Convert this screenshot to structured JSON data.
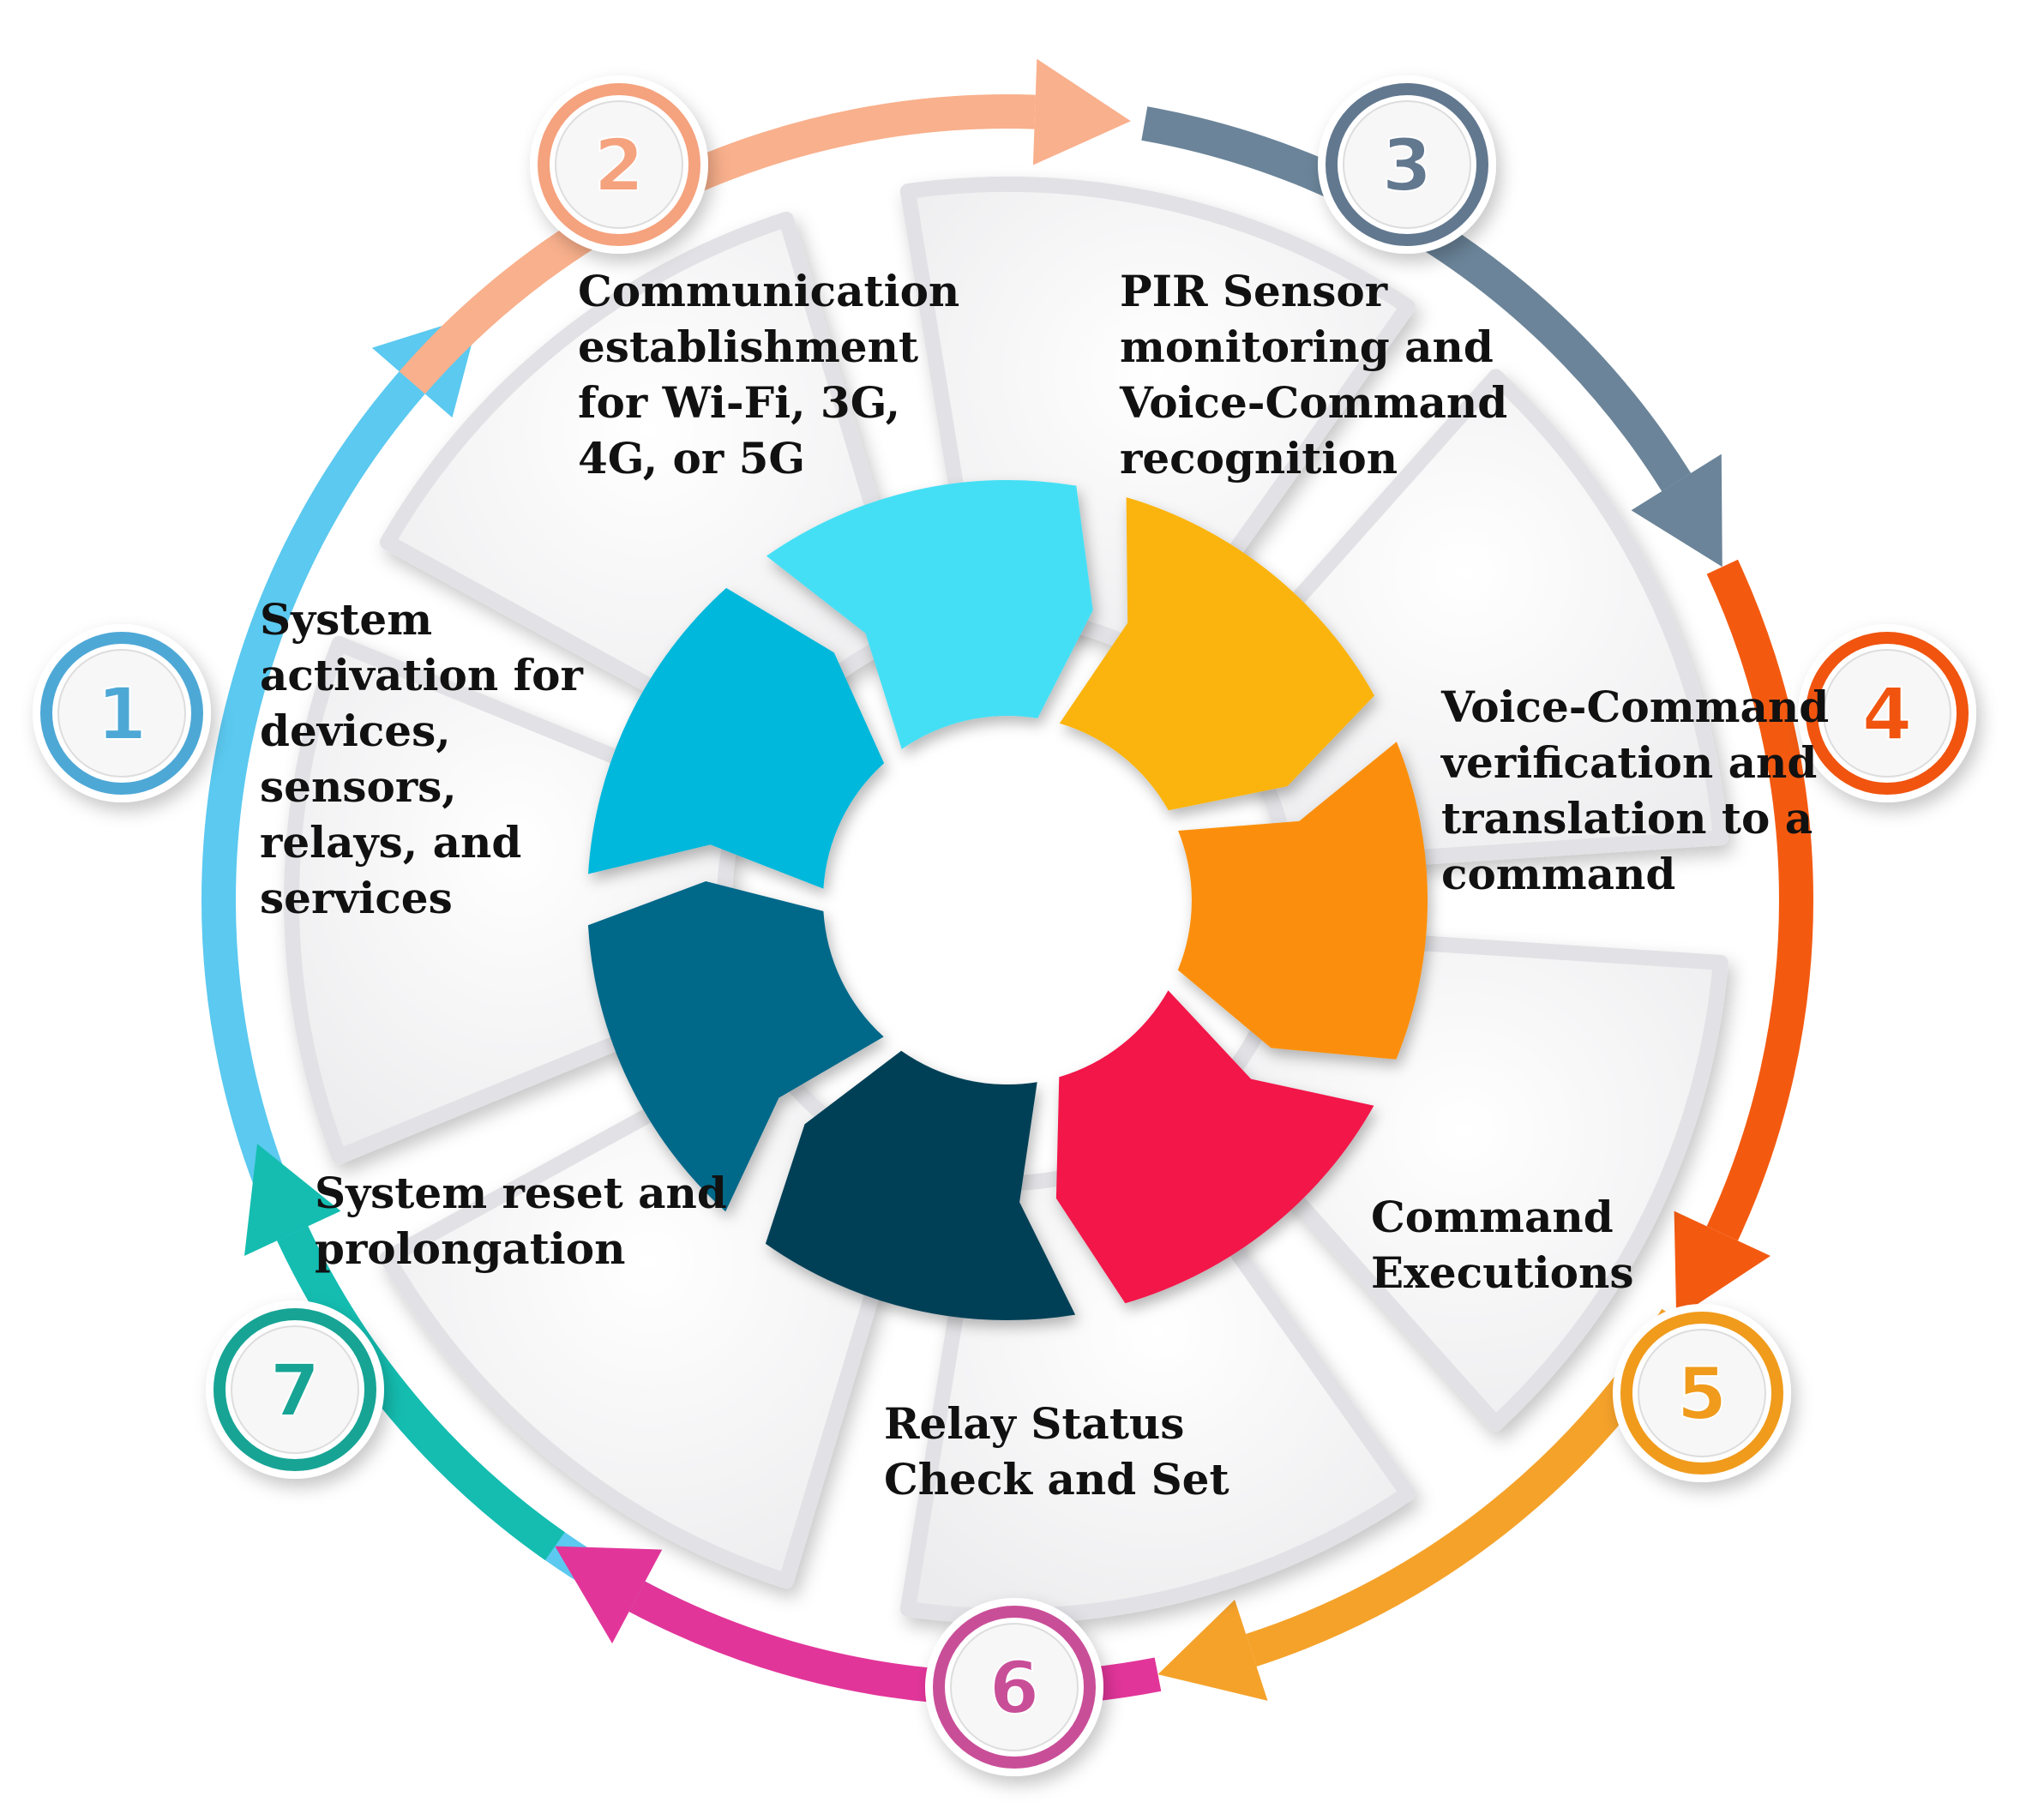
{
  "steps": [
    {
      "number": "1",
      "text": "System\nactivation for\ndevices,\nsensors,\nrelays, and\nservices",
      "color": "#4ea8d6"
    },
    {
      "number": "2",
      "text": "Communication\nestablishment\nfor Wi-Fi, 3G,\n4G, or 5G",
      "color": "#f5a27e"
    },
    {
      "number": "3",
      "text": "PIR Sensor\nmonitoring and\nVoice-Command\nrecognition",
      "color": "#62788f"
    },
    {
      "number": "4",
      "text": "Voice-Command\nverification and\ntranslation to a\ncommand",
      "color": "#f0540f"
    },
    {
      "number": "5",
      "text": "Command\nExecutions",
      "color": "#f09b1c"
    },
    {
      "number": "6",
      "text": "Relay Status\nCheck and Set",
      "color": "#c94e98"
    },
    {
      "number": "7",
      "text": "System reset and\nprolongation",
      "color": "#17a495"
    }
  ],
  "ring_colors": [
    "#5bc9f0",
    "#f9b08c",
    "#6b8499",
    "#f35a10",
    "#f5a22a",
    "#e2359a",
    "#14bdb0"
  ],
  "center_segment_colors": [
    "#45dff5",
    "#fbb40a",
    "#fb8f0a",
    "#f2174a",
    "#023f57",
    "#036889",
    "#04b8db"
  ]
}
